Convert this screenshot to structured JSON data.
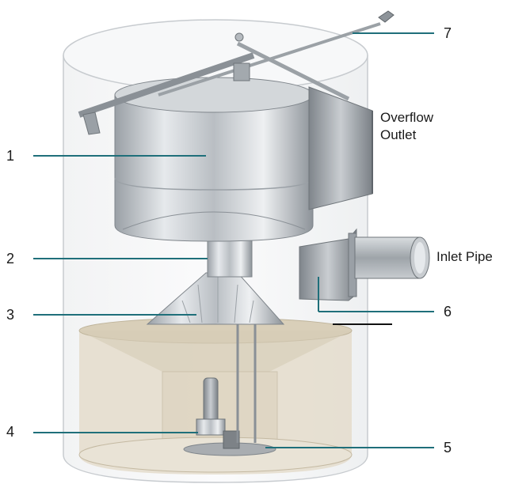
{
  "callouts": [
    {
      "id": "1",
      "text": "1"
    },
    {
      "id": "2",
      "text": "2"
    },
    {
      "id": "3",
      "text": "3"
    },
    {
      "id": "4",
      "text": "4"
    },
    {
      "id": "5",
      "text": "5"
    },
    {
      "id": "6",
      "text": "6"
    },
    {
      "id": "7",
      "text": "7"
    }
  ],
  "annotations": {
    "overflow_line1": "Overflow",
    "overflow_line2": "Outlet",
    "inlet": "Inlet Pipe"
  },
  "colors": {
    "leader": "#1f6f7a",
    "steel_light": "#e2e5e8",
    "steel_dark": "#8a9096",
    "tank_fill": "#e9e3d6"
  }
}
